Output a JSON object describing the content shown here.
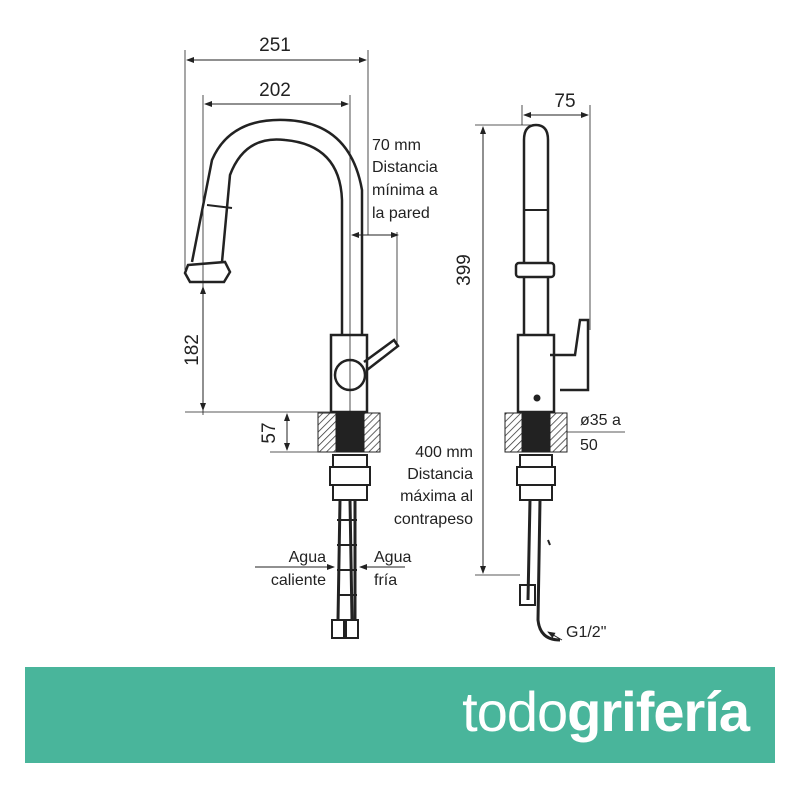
{
  "front_view": {
    "dim_total_width": "251",
    "dim_spout_reach": "202",
    "dim_spout_height": "182",
    "dim_base_height": "57",
    "wall_note": [
      "70 mm",
      "Distancia",
      "mínima a",
      "la pared"
    ],
    "counterweight_note": [
      "400 mm",
      "Distancia",
      "máxima al",
      "contrapeso"
    ],
    "hot_label": [
      "Agua",
      "caliente"
    ],
    "cold_label": [
      "Agua",
      "fría"
    ]
  },
  "side_view": {
    "dim_depth": "75",
    "dim_height": "399",
    "hole_note": [
      "ø35 a",
      "50"
    ],
    "thread_label": "G1/2\""
  },
  "brand": {
    "logo_light": "todo",
    "logo_bold": "grifería",
    "color": "#49b59b"
  }
}
